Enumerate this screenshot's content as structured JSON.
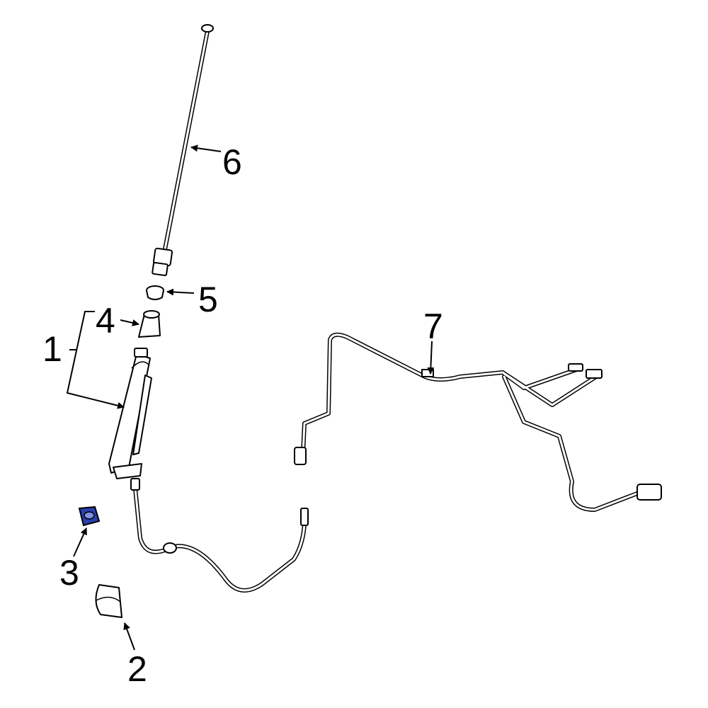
{
  "callouts": {
    "c1": "1",
    "c2": "2",
    "c3": "3",
    "c4": "4",
    "c5": "5",
    "c6": "6",
    "c7": "7"
  },
  "colors": {
    "line": "#000000",
    "background": "#ffffff",
    "highlight_part": "#2a3fae"
  },
  "highlighted_part": "3"
}
